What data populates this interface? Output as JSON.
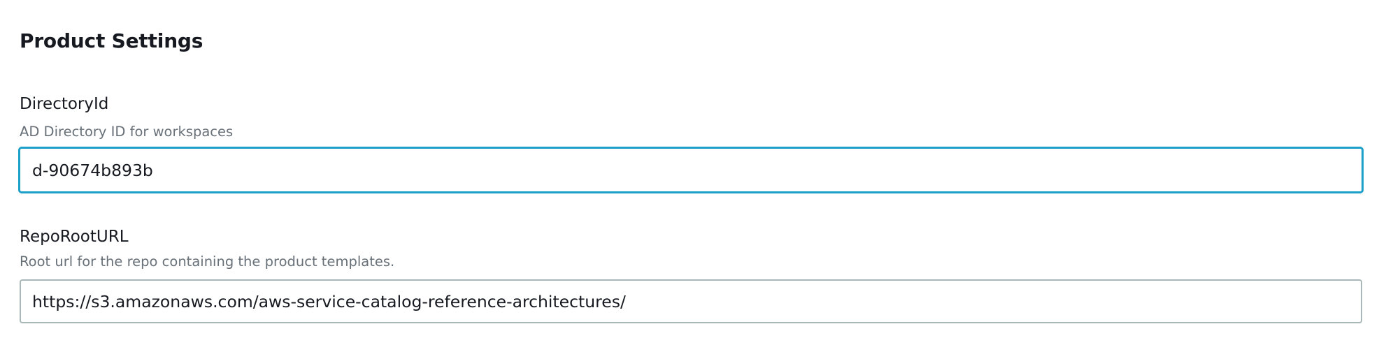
{
  "section": {
    "title": "Product Settings"
  },
  "fields": [
    {
      "label": "DirectoryId",
      "description": "AD Directory ID for workspaces",
      "value": "d-90674b893b",
      "focused": true
    },
    {
      "label": "RepoRootURL",
      "description": "Root url for the repo containing the product templates.",
      "value": "https://s3.amazonaws.com/aws-service-catalog-reference-architectures/",
      "focused": false
    }
  ],
  "colors": {
    "text_primary": "#16191f",
    "text_secondary": "#687078",
    "focus_border": "#1aa0c9",
    "input_border": "#aab7b8",
    "background": "#ffffff"
  }
}
